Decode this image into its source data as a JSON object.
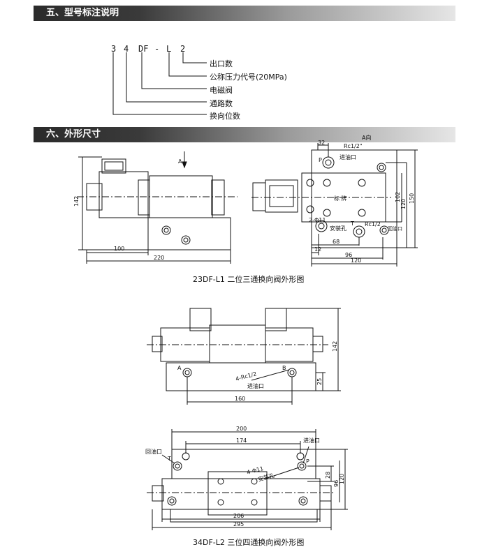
{
  "section5": {
    "title": "五、型号标注说明"
  },
  "model_code": {
    "c1": "3",
    "c2": "4",
    "c3": "DF",
    "c4": "-",
    "c5": "L",
    "c6": "2"
  },
  "legend": {
    "l1": "出口数",
    "l2": "公称压力代号(20MPa)",
    "l3": "电磁阀",
    "l4": "通路数",
    "l5": "换向位数"
  },
  "section6": {
    "title": "六、外形尺寸"
  },
  "fig1": {
    "caption": "23DF-L1 二位三通换向阀外形图",
    "dim_142": "142",
    "dim_100": "100",
    "dim_220": "220",
    "arrow_a": "A",
    "view_a": "A向",
    "dim_32": "32",
    "rc12": "Rc1/2\"",
    "port_p": "P",
    "inlet": "进油口",
    "nameplate": "标    牌",
    "holes": "2-Φ11",
    "mount": "安装孔",
    "port_t": "T",
    "rc12b": "Rc1/2",
    "outlet": "回油口",
    "dim_102": "102",
    "dim_120": "120",
    "dim_150": "150",
    "dim_68": "68",
    "dim_12": "12",
    "dim_96": "96",
    "dim_120b": "120"
  },
  "fig2": {
    "dim_142": "142",
    "port_a": "A",
    "port_b": "B",
    "rc": "4-Rc1/2",
    "inlet": "进油口",
    "dim_25": "25",
    "dim_160": "160"
  },
  "fig3": {
    "caption": "34DF-L2 三位四通换向阀外形图",
    "dim_200": "200",
    "dim_174": "174",
    "return": "回油口",
    "inlet": "进油口",
    "port_t": "T",
    "port_p": "P",
    "holes": "4-Φ11",
    "mount": "安装孔",
    "dim_28": "28",
    "dim_96": "96",
    "dim_120": "120",
    "dim_206": "206",
    "dim_295": "295"
  }
}
